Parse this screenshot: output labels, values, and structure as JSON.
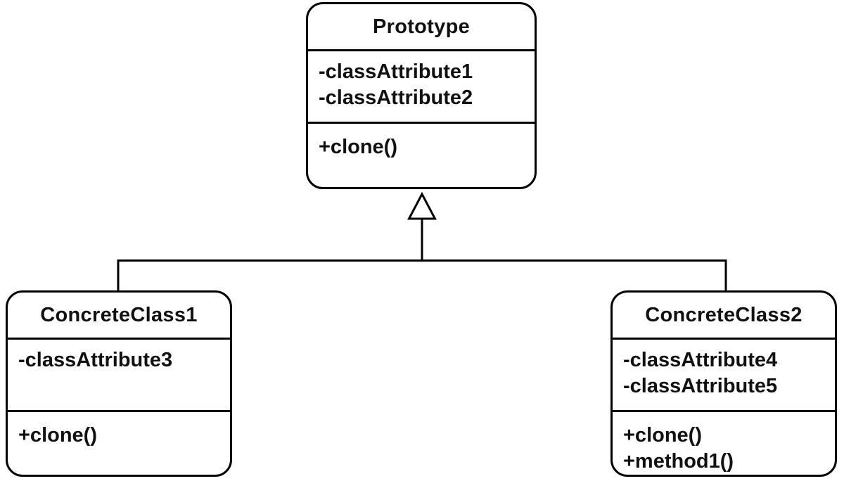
{
  "diagram": {
    "kind": "uml-class-diagram",
    "pattern_name": "Prototype",
    "stroke_color": "#000000",
    "background_color": "#ffffff",
    "text_color": "#111111",
    "relationships": [
      {
        "type": "inheritance",
        "from": "ConcreteClass1",
        "to": "Prototype"
      },
      {
        "type": "inheritance",
        "from": "ConcreteClass2",
        "to": "Prototype"
      }
    ]
  },
  "classes": {
    "prototype": {
      "name": "Prototype",
      "attributes": [
        "-classAttribute1",
        "-classAttribute2"
      ],
      "methods": [
        "+clone()"
      ]
    },
    "concrete1": {
      "name": "ConcreteClass1",
      "attributes": [
        "-classAttribute3"
      ],
      "methods": [
        "+clone()"
      ]
    },
    "concrete2": {
      "name": "ConcreteClass2",
      "attributes": [
        "-classAttribute4",
        "-classAttribute5"
      ],
      "methods": [
        "+clone()",
        "+method1()"
      ]
    }
  }
}
